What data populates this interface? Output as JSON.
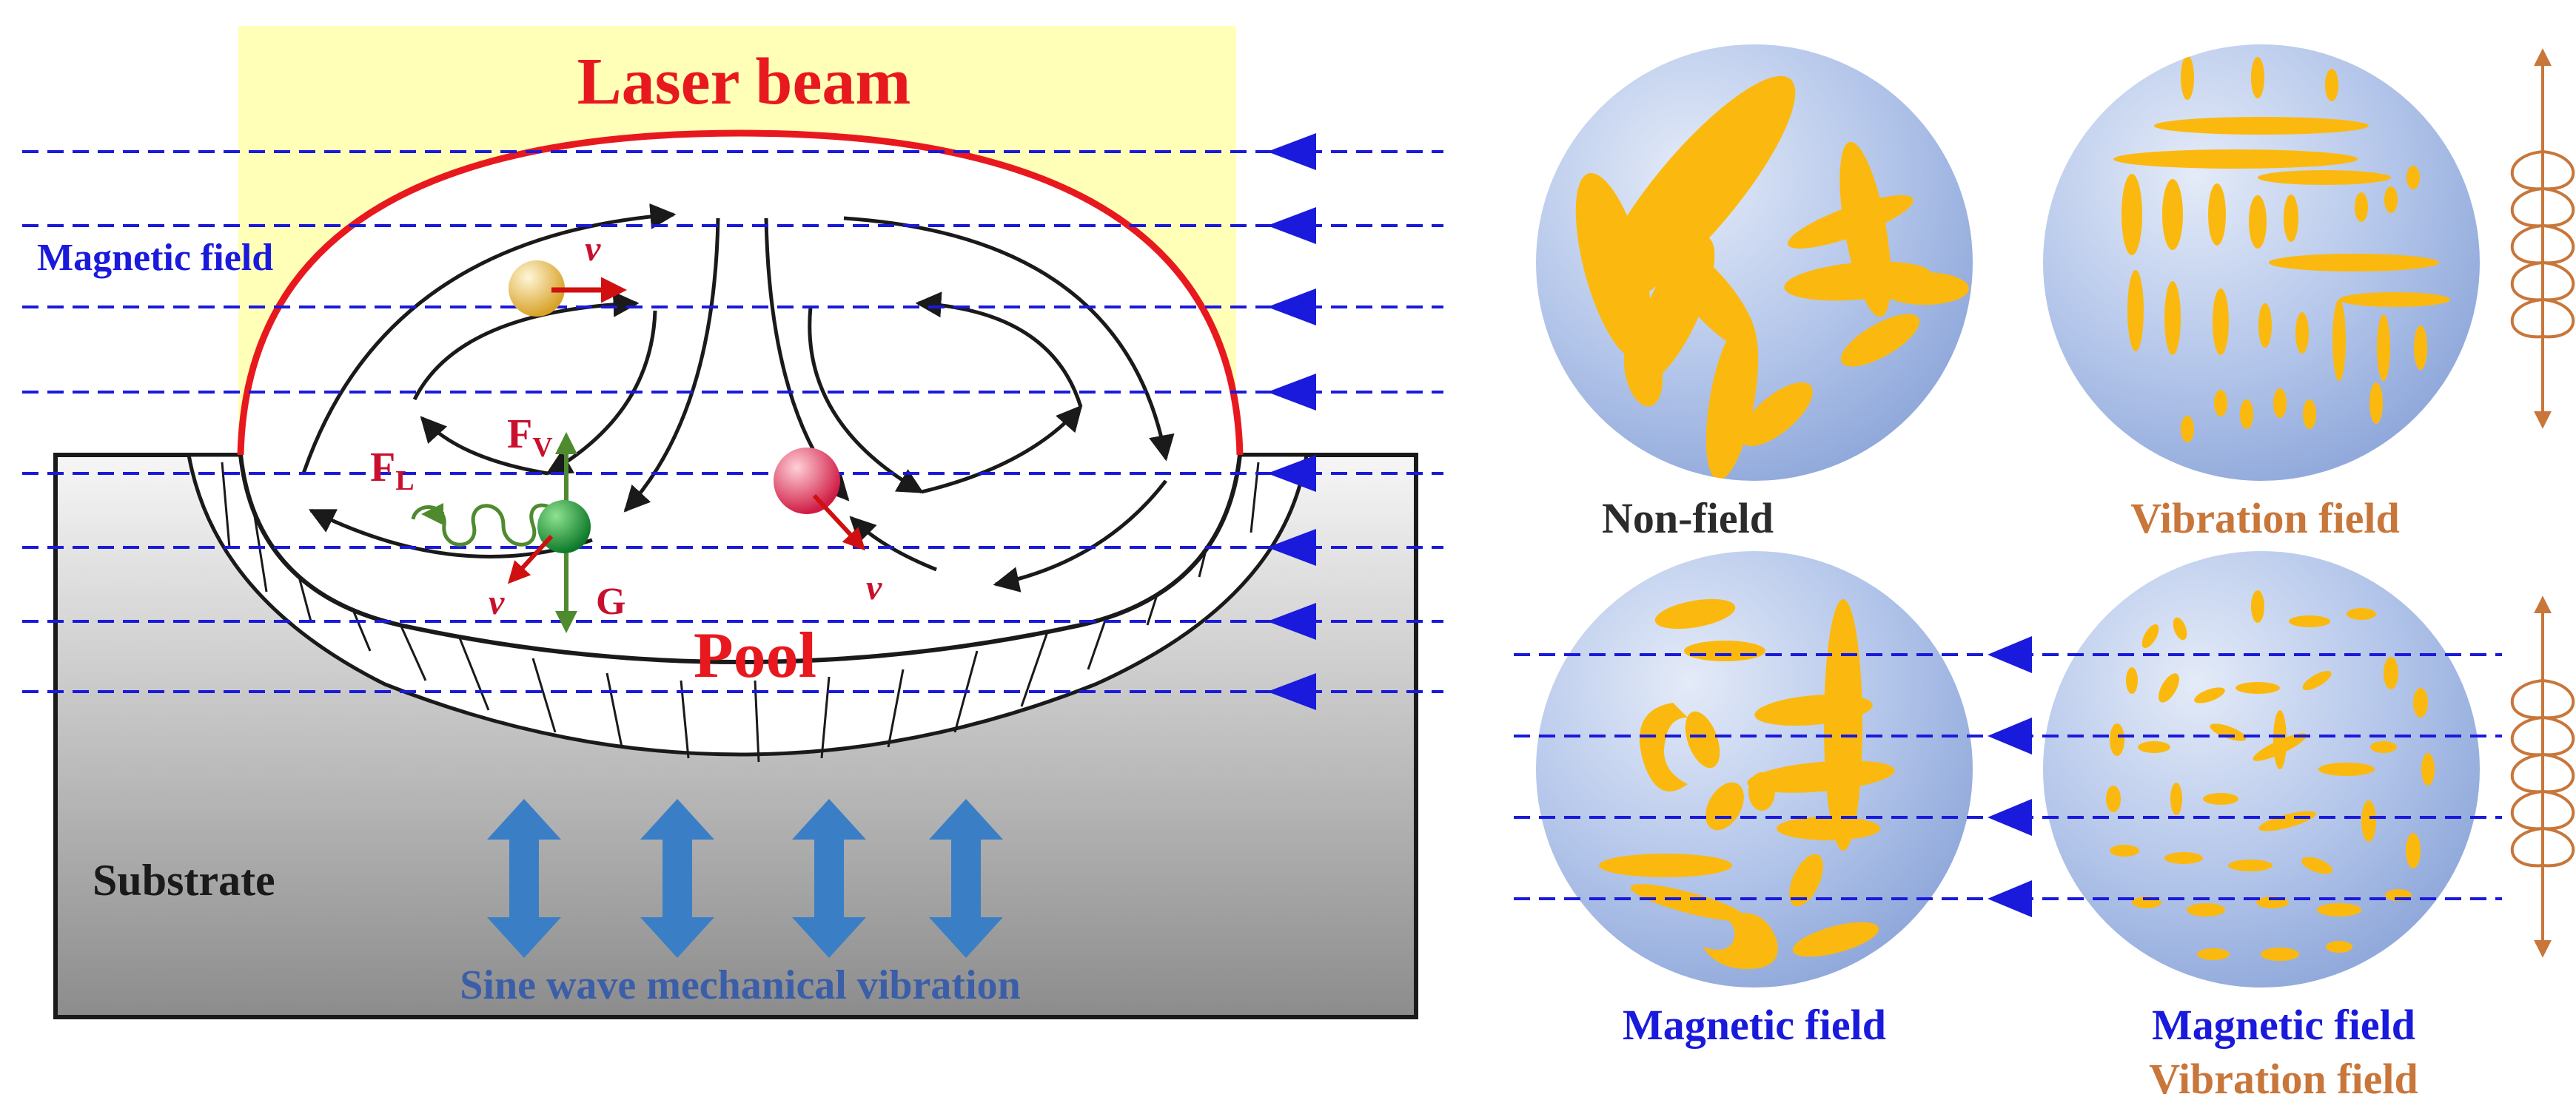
{
  "labels": {
    "laser_beam": "Laser beam",
    "magnetic_field_left": "Magnetic field",
    "pool": "Pool",
    "substrate": "Substrate",
    "sine_wave": "Sine wave mechanical vibration",
    "velocity_1": "v",
    "velocity_2": "v",
    "velocity_3": "v",
    "force_v": "F",
    "force_v_sub": "V",
    "force_l": "F",
    "force_l_sub": "L",
    "gravity": "G",
    "non_field": "Non-field",
    "vibration_field_1": "Vibration field",
    "magnetic_field_2": "Magnetic field",
    "magnetic_field_3": "Magnetic field",
    "vibration_field_2": "Vibration field"
  },
  "colors": {
    "laser_fill": "#ffffb8",
    "title_red": "#e8191e",
    "field_blue": "#1a1adc",
    "vib_arrow_blue": "#3a7fc6",
    "vib_text_blue": "#3b5ea8",
    "orange_text": "#c8763a",
    "grain_gold": "#fbb90f",
    "velocity_red": "#c8102e",
    "green_arrow": "#4f8a2f"
  }
}
